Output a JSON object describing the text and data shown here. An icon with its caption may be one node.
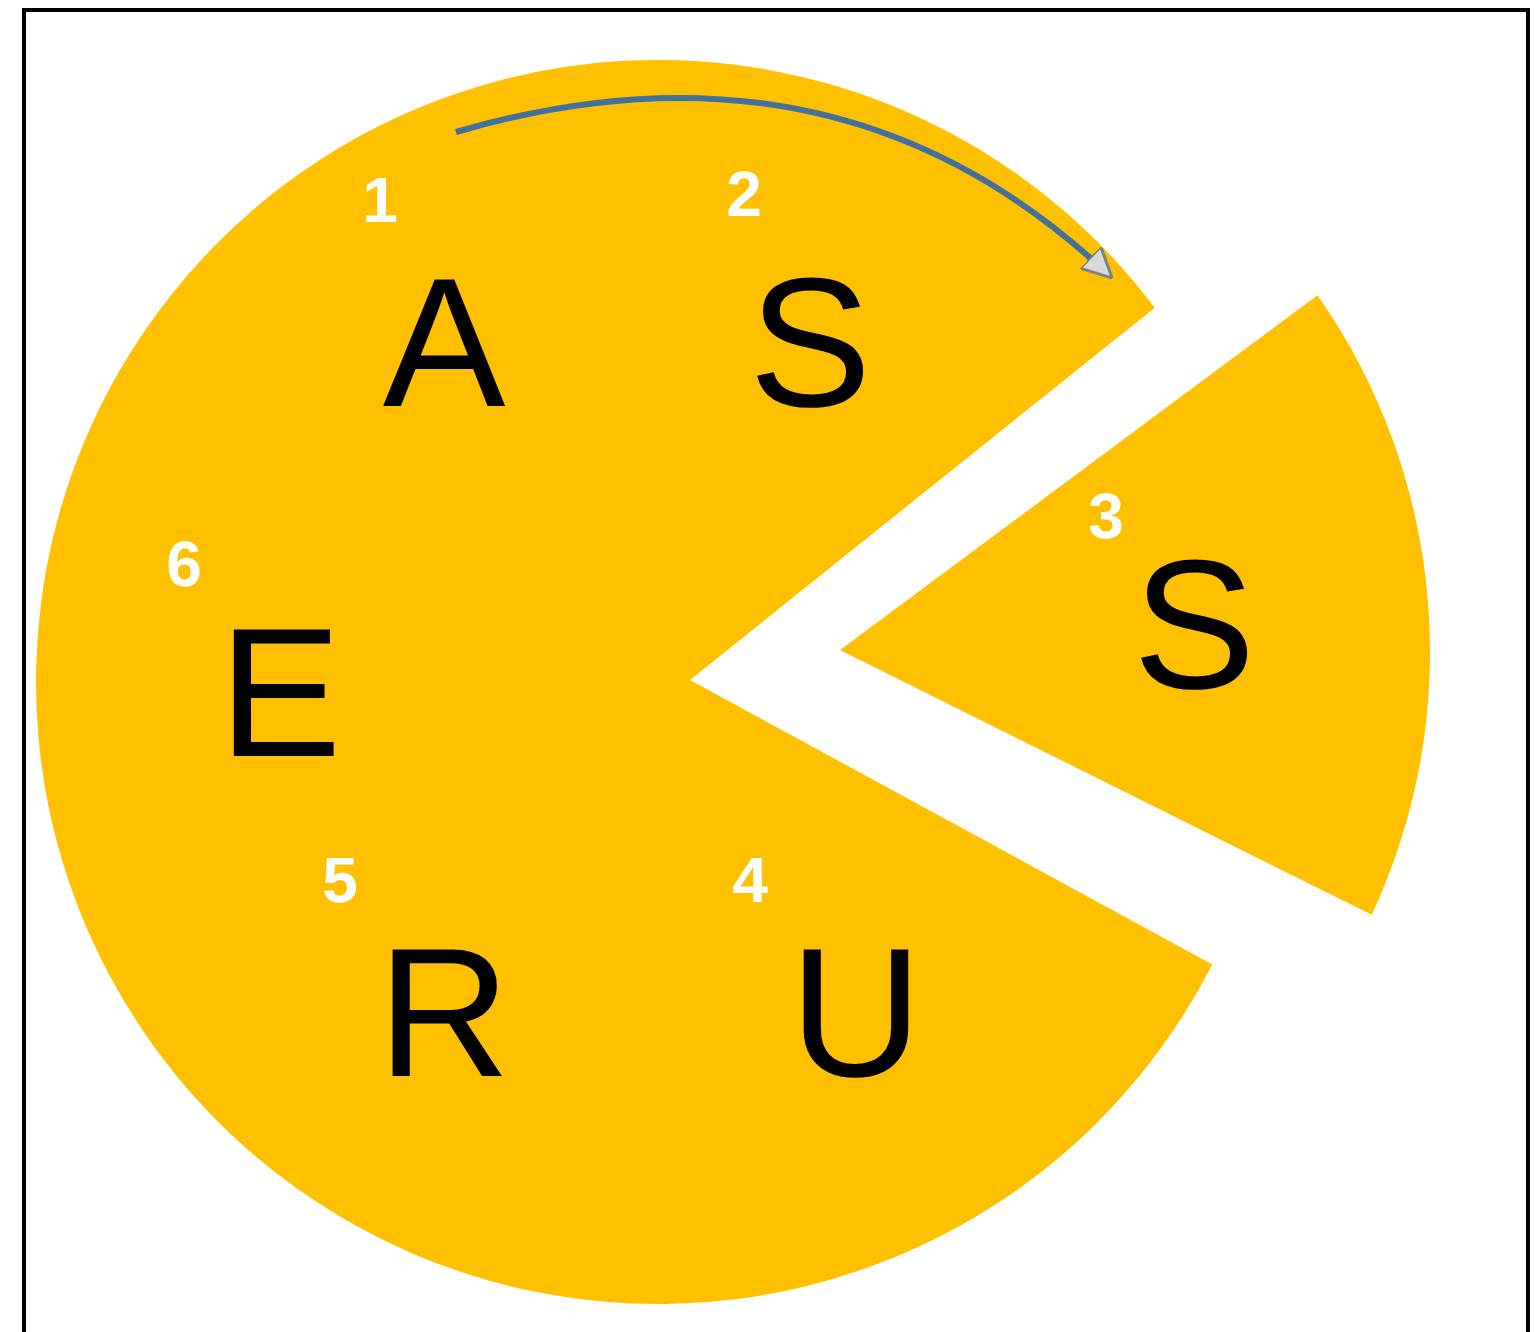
{
  "diagram": {
    "nodes": [
      {
        "text": [
          "1",
          "A",
          "2",
          "S",
          "6",
          "E",
          "5",
          "R",
          "4",
          "U"
        ]
      },
      {
        "text": [
          "3",
          "S"
        ]
      }
    ]
  }
}
